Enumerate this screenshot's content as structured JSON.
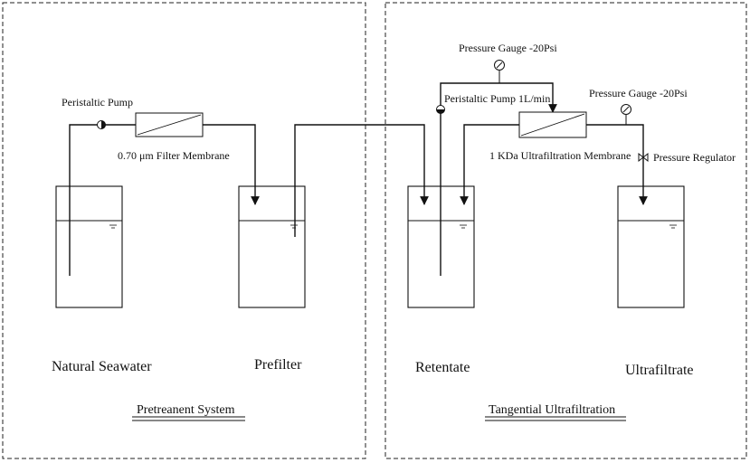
{
  "sections": {
    "pretreatment": "Pretreanent System",
    "ultrafiltration": "Tangential Ultrafiltration"
  },
  "components": {
    "peristaltic_pump_1": "Peristaltic Pump",
    "filter_membrane": "0.70 μm  Filter Membrane",
    "pressure_gauge_top": "Pressure Gauge  -20Psi",
    "peristaltic_pump_2": "Peristaltic Pump 1L/min",
    "pressure_gauge_right": "Pressure Gauge  -20Psi",
    "uf_membrane": "1 KDa  Ultrafiltration Membrane",
    "pressure_regulator": "Pressure Regulator"
  },
  "tanks": {
    "natural_seawater": "Natural Seawater",
    "prefilter": "Prefilter",
    "retentate": "Retentate",
    "ultrafiltrate": "Ultrafiltrate"
  }
}
